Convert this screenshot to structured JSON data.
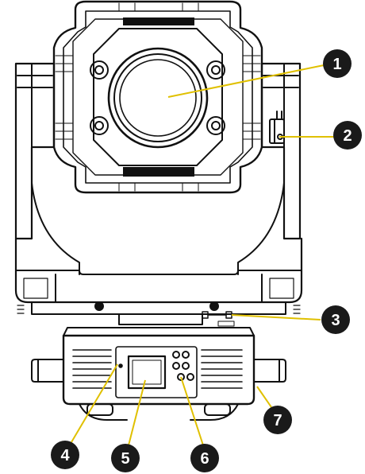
{
  "callouts": [
    {
      "label": "1"
    },
    {
      "label": "2"
    },
    {
      "label": "3"
    },
    {
      "label": "4"
    },
    {
      "label": "5"
    },
    {
      "label": "6"
    },
    {
      "label": "7"
    }
  ],
  "colors": {
    "line": "#111111",
    "callout_fill": "#1a1a1a",
    "leader": "#e0c000",
    "background": "#ffffff"
  }
}
